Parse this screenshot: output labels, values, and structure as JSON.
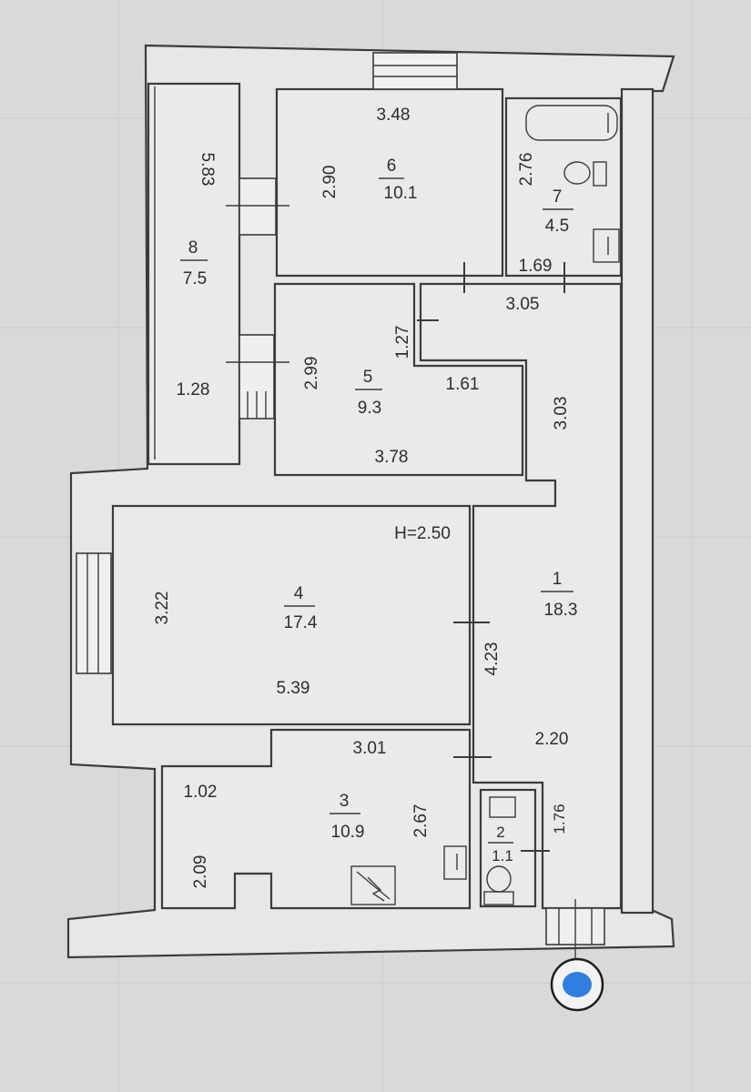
{
  "plan": {
    "ceiling_height": "H=2.50",
    "rooms": [
      {
        "number": "1",
        "area": "18.3"
      },
      {
        "number": "2",
        "area": "1.1"
      },
      {
        "number": "3",
        "area": "10.9"
      },
      {
        "number": "4",
        "area": "17.4"
      },
      {
        "number": "5",
        "area": "9.3"
      },
      {
        "number": "6",
        "area": "10.1"
      },
      {
        "number": "7",
        "area": "4.5"
      },
      {
        "number": "8",
        "area": "7.5"
      }
    ],
    "dimensions": {
      "r6_top": "3.48",
      "r6_side": "2.90",
      "r7_side": "2.76",
      "r7_bottom": "1.69",
      "r8_long": "5.83",
      "r8_short": "1.28",
      "r5_side": "2.99",
      "r5_notch": "1.27",
      "r5_inner": "1.61",
      "r5_bottom": "3.78",
      "corridor_top": "3.05",
      "corridor_side": "3.03",
      "r4_side": "3.22",
      "r4_bottom": "5.39",
      "r4_door": "4.23",
      "r1_lower": "2.20",
      "r3_top": "3.01",
      "r3_left_top": "1.02",
      "r3_left_bottom": "2.09",
      "r3_side": "2.67",
      "r2_side": "1.76"
    }
  },
  "colors": {
    "paper": "#d8dad9",
    "ink": "#3a3c3d",
    "stamp": "#2f7fe0"
  }
}
